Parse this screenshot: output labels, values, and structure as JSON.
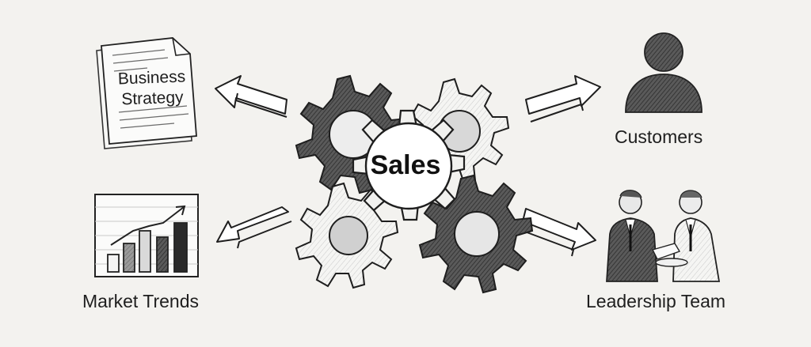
{
  "center": {
    "label": "Sales"
  },
  "nodes": {
    "business_strategy": "Business\nStrategy",
    "market_trends": "Market Trends",
    "customers": "Customers",
    "leadership_team": "Leadership Team"
  },
  "colors": {
    "background": "#f3f2ef",
    "ink": "#1e1e1e",
    "gear_dark": "#4a4a4a",
    "gear_light": "#f6f6f6"
  },
  "icons": [
    "document-icon",
    "chart-icon",
    "person-icon",
    "meeting-icon",
    "gear-icon",
    "arrow-icon"
  ]
}
